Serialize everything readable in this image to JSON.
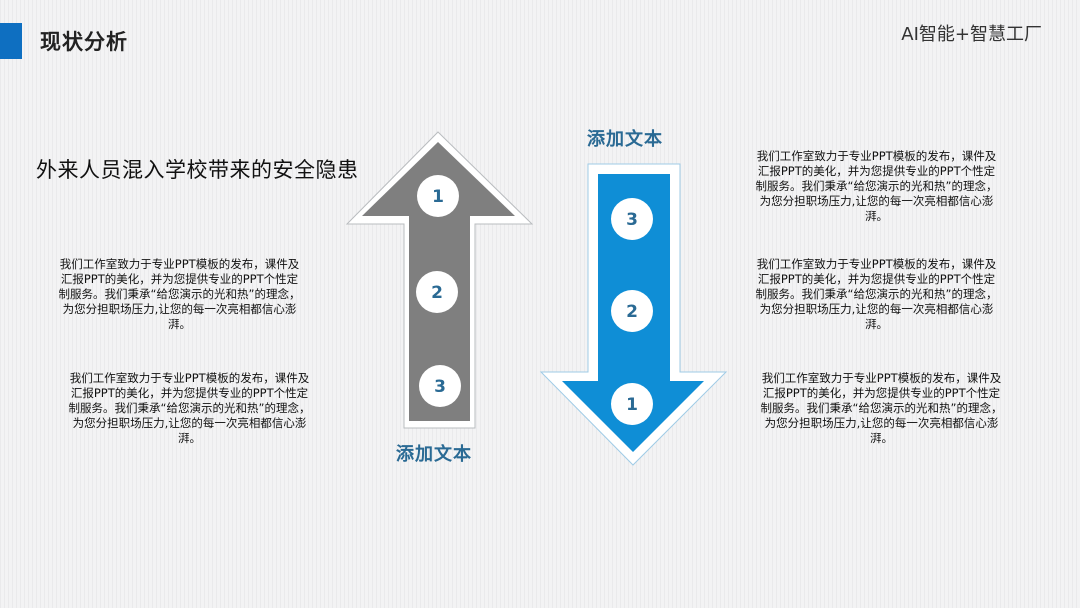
{
  "header": {
    "title": "现状分析",
    "brand": "AI智能+智慧工厂"
  },
  "subtitle": "外来人员混入学校带来的安全隐患",
  "left_paragraphs": [
    "我们工作室致力于专业PPT模板的发布，课件及汇报PPT的美化，并为您提供专业的PPT个性定制服务。我们秉承“给您演示的光和热”的理念，为您分担职场压力,让您的每一次亮相都信心澎湃。",
    "我们工作室致力于专业PPT模板的发布，课件及汇报PPT的美化，并为您提供专业的PPT个性定制服务。我们秉承“给您演示的光和热”的理念，为您分担职场压力,让您的每一次亮相都信心澎湃。"
  ],
  "right_paragraphs": [
    "我们工作室致力于专业PPT模板的发布，课件及汇报PPT的美化，并为您提供专业的PPT个性定制服务。我们秉承“给您演示的光和热”的理念，为您分担职场压力,让您的每一次亮相都信心澎湃。",
    "我们工作室致力于专业PPT模板的发布，课件及汇报PPT的美化，并为您提供专业的PPT个性定制服务。我们秉承“给您演示的光和热”的理念，为您分担职场压力,让您的每一次亮相都信心澎湃。",
    "我们工作室致力于专业PPT模板的发布，课件及汇报PPT的美化，并为您提供专业的PPT个性定制服务。我们秉承“给您演示的光和热”的理念，为您分担职场压力,让您的每一次亮相都信心澎湃。"
  ],
  "up_arrow": {
    "label": "添加文本",
    "steps": [
      "1",
      "2",
      "3"
    ],
    "color": "#7f7f7f"
  },
  "down_arrow": {
    "label": "添加文本",
    "steps": [
      "3",
      "2",
      "1"
    ],
    "color": "#0f8ed6"
  },
  "colors": {
    "accent": "#0e6fc1",
    "label": "#2a6a94"
  }
}
